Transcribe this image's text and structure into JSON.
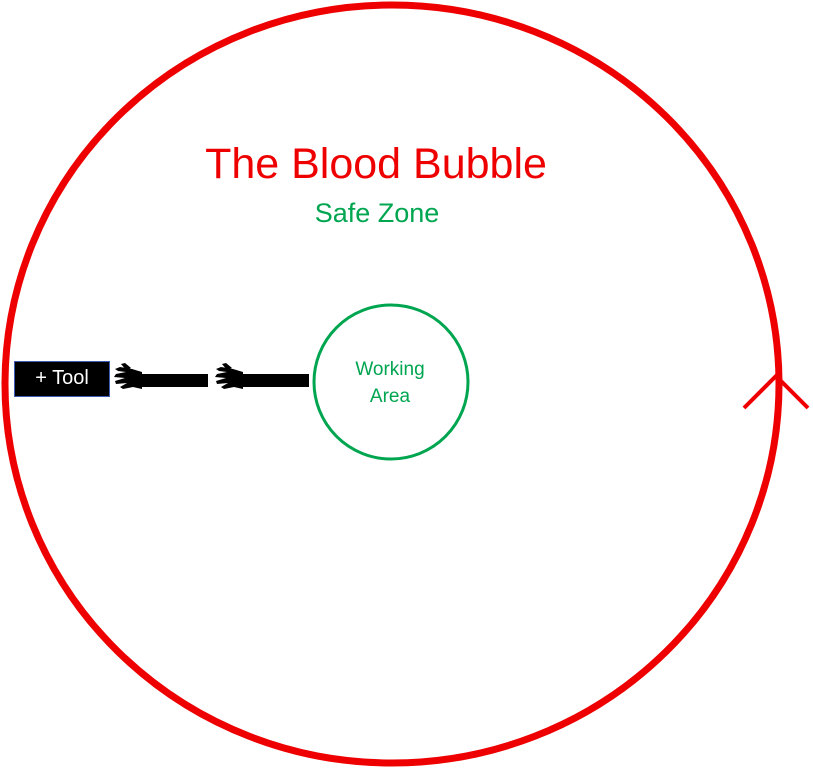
{
  "diagram": {
    "title": "The Blood Bubble",
    "subtitle": "Safe Zone",
    "inner_label_line1": "Working",
    "inner_label_line2": "Area",
    "tool_label": "+ Tool"
  },
  "colors": {
    "bubble": "#ee0000",
    "safe_zone": "#00a550",
    "tool_box_bg": "#000000",
    "tool_box_border": "#3b5bb5",
    "arm": "#000000"
  },
  "icons": {
    "arrow": "chevron-up-icon",
    "hand": "hand-icon"
  }
}
